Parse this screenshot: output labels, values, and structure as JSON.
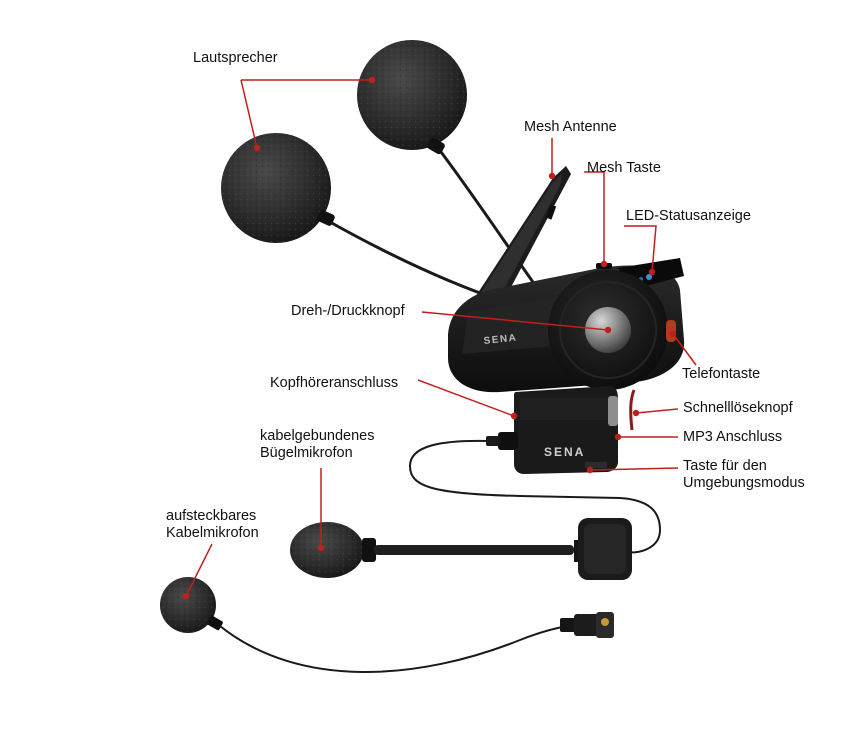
{
  "diagram": {
    "brand": "SENA",
    "colors": {
      "leader_line": "#c0201c",
      "leader_dot": "#c0201c",
      "device_body": "#151515",
      "foam": "#2b2b2b",
      "cable": "#1a1a1a",
      "background": "#ffffff"
    },
    "labels": {
      "speakers": "Lautsprecher",
      "mesh_antenna": "Mesh Antenne",
      "mesh_button": "Mesh Taste",
      "led_status": "LED-Statusanzeige",
      "jog_dial": "Dreh-/Druckknopf",
      "phone_button": "Telefontaste",
      "headphone_port": "Kopfhöreranschluss",
      "quick_release": "Schnelllöseknopf",
      "mp3_port": "MP3 Anschluss",
      "wired_boom_mic_line1": "kabelgebundenes",
      "wired_boom_mic_line2": "Bügelmikrofon",
      "ambient_button_line1": "Taste für den",
      "ambient_button_line2": "Umgebungsmodus",
      "plugin_mic_line1": "aufsteckbares",
      "plugin_mic_line2": "Kabelmikrofon"
    }
  }
}
